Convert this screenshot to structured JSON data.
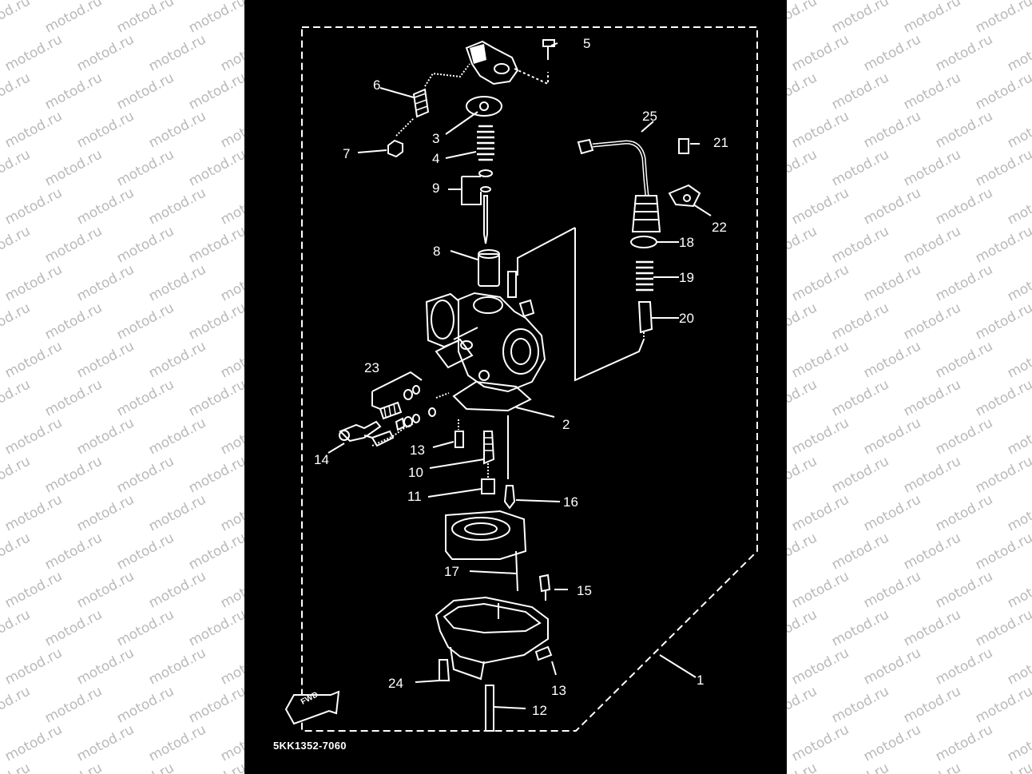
{
  "watermark_text": "motod.ru",
  "diagram": {
    "part_code": "5KK1352-7060",
    "fwd_label": "FWD",
    "callouts": [
      {
        "label": "1"
      },
      {
        "label": "2"
      },
      {
        "label": "3"
      },
      {
        "label": "4"
      },
      {
        "label": "5"
      },
      {
        "label": "6"
      },
      {
        "label": "7"
      },
      {
        "label": "8"
      },
      {
        "label": "9"
      },
      {
        "label": "10"
      },
      {
        "label": "11"
      },
      {
        "label": "12"
      },
      {
        "label": "13"
      },
      {
        "label": "13"
      },
      {
        "label": "14"
      },
      {
        "label": "15"
      },
      {
        "label": "16"
      },
      {
        "label": "17"
      },
      {
        "label": "18"
      },
      {
        "label": "19"
      },
      {
        "label": "20"
      },
      {
        "label": "21"
      },
      {
        "label": "22"
      },
      {
        "label": "23"
      },
      {
        "label": "24"
      },
      {
        "label": "25"
      }
    ]
  },
  "colors": {
    "panel_background": "#000000",
    "line_color": "#ffffff",
    "watermark_color": "#b9b9b9"
  }
}
